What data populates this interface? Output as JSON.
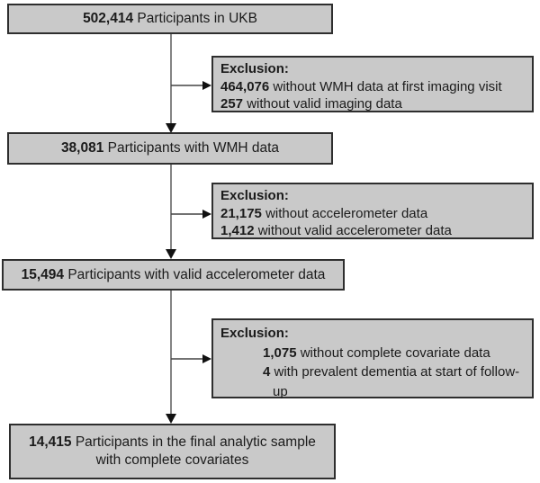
{
  "palette": {
    "box_fill": "#c9c9c9",
    "box_border": "#2e2e2e",
    "connector_line": "#666666",
    "arrowhead": "#111111",
    "text": "#1b1b1b"
  },
  "boxes": [
    {
      "number": "502,414",
      "text": "Participants in UKB"
    },
    {
      "number": "38,081",
      "text": "Participants with WMH data"
    },
    {
      "number": "15,494",
      "text": "Participants with valid accelerometer data"
    },
    {
      "number": "14,415",
      "text": "Participants in the final analytic sample",
      "text2": "with complete covariates"
    }
  ],
  "exclusions": [
    {
      "title": "Exclusion:",
      "items": [
        {
          "number": "464,076",
          "text": "without WMH data at first imaging visit"
        },
        {
          "number": "257",
          "text": "without valid imaging data"
        }
      ]
    },
    {
      "title": "Exclusion:",
      "items": [
        {
          "number": "21,175",
          "text": "without accelerometer data"
        },
        {
          "number": "1,412",
          "text": "without valid accelerometer data"
        }
      ]
    },
    {
      "title": "Exclusion:",
      "items": [
        {
          "number": "1,075",
          "text": "without complete covariate data"
        },
        {
          "number": "4",
          "text": "with prevalent dementia at start of follow-up"
        }
      ]
    }
  ]
}
